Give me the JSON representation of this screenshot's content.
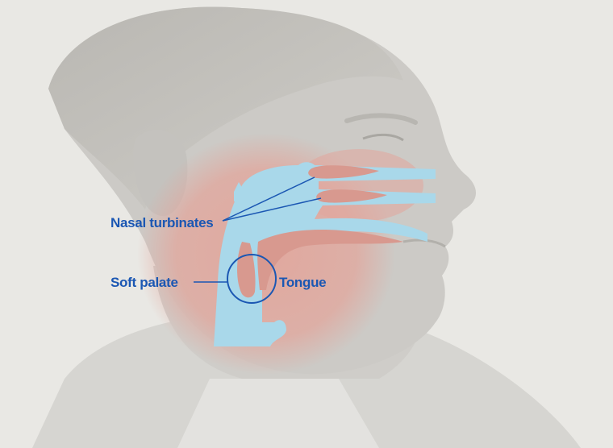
{
  "labels": {
    "nasal_turbinates": "Nasal turbinates",
    "soft_palate": "Soft palate",
    "tongue": "Tongue"
  },
  "colors": {
    "label_blue": "#1b57b3",
    "airway_blue": "#a9d8ea",
    "tissue_red": "#e2a69c",
    "background": "#e9e8e4",
    "skin_gray": "#c9c7c3"
  }
}
